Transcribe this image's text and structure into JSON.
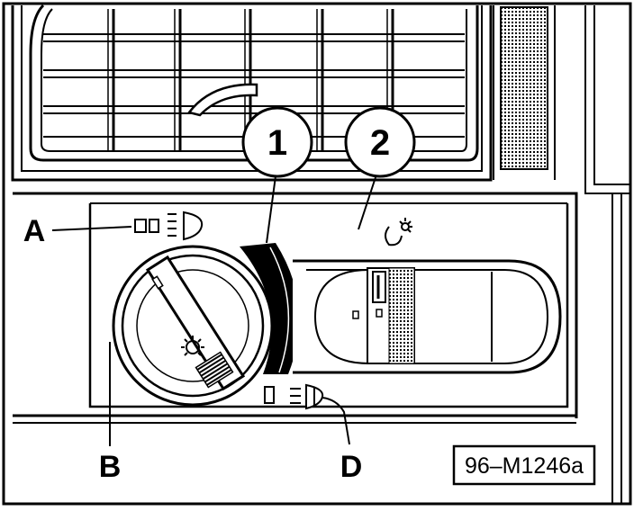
{
  "callouts": {
    "one": "1",
    "two": "2"
  },
  "letters": {
    "a": "A",
    "b": "B",
    "d": "D"
  },
  "reference_code": "96–M1246a",
  "colors": {
    "ink": "#000000",
    "paper": "#ffffff"
  }
}
